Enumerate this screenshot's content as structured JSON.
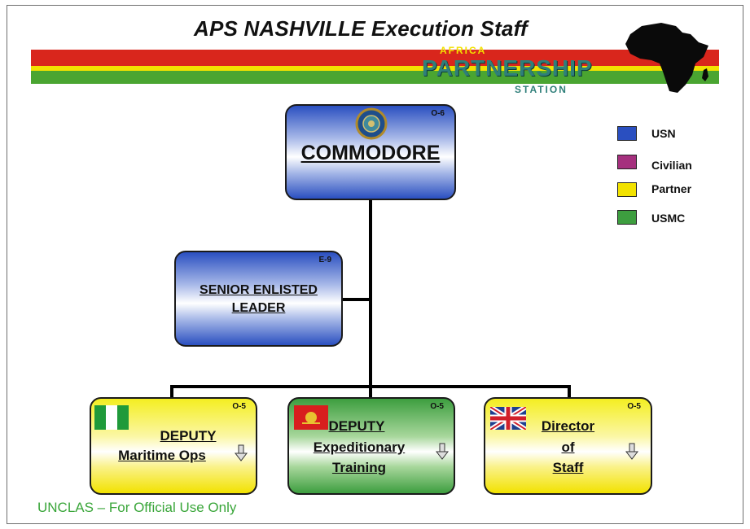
{
  "title": "APS NASHVILLE Execution Staff",
  "logo": {
    "top_text": "AFRICA",
    "main_text": "PARTNERSHIP",
    "bottom_text": "STATION"
  },
  "colors": {
    "usn": "#2a4fc0",
    "civilian": "#a5307e",
    "partner": "#f2e200",
    "usmc": "#3d9e3f"
  },
  "nodes": {
    "commodore": {
      "label": "COMMODORE",
      "grade": "O-6",
      "emblem": "seal-icon"
    },
    "sel": {
      "label_line1": "SENIOR ENLISTED",
      "label_line2": "LEADER",
      "grade": "E-9"
    },
    "deputy_maritime": {
      "label_line1": "DEPUTY",
      "label_line2": "Maritime Ops",
      "grade": "O-5",
      "flag": "nigeria-flag-icon"
    },
    "deputy_expeditionary": {
      "label_line1": "DEPUTY",
      "label_line2": "Expeditionary",
      "label_line3": "Training",
      "grade": "O-5",
      "flag": "marine-flag-icon"
    },
    "director_staff": {
      "label_line1": "Director",
      "label_line2": "of",
      "label_line3": "Staff",
      "grade": "O-5",
      "flag": "uk-flag-icon"
    }
  },
  "legend": [
    {
      "label": "USN",
      "color": "#2a4fc0"
    },
    {
      "label": "Civilian",
      "color": "#a5307e"
    },
    {
      "label": "Partner",
      "color": "#f2e200"
    },
    {
      "label": "USMC",
      "color": "#3d9e3f"
    }
  ],
  "footer": "UNCLAS – For Official Use Only"
}
